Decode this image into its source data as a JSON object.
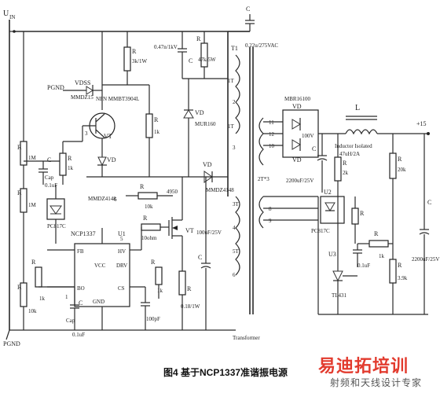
{
  "caption": "图4  基于NCP1337准谐振电源",
  "watermark": {
    "brand": "易迪拓培训",
    "tagline": "射频和天线设计专家"
  },
  "labels": {
    "uin": "U",
    "uin_sub": "IN",
    "pgnd_top": "PGND",
    "pgnd_bottom": "PGND",
    "vdss": "VDSS",
    "mmdz": "MMDZ15",
    "nfet": "NPN MMBT3904L",
    "vt1": "VT",
    "r1": "R",
    "r1_val": "3k/1W",
    "c1_top": "C",
    "c1_top_val": "0.47n/1kV",
    "r2": "R",
    "r2_val": "47k/5W",
    "t1": "T1",
    "cy": "C",
    "cy_val": "0.22u/275VAC",
    "r3": "R",
    "r3_val": "1k",
    "vd1": "VD",
    "vd1_val": "MUR160",
    "r_1m_a": "1M",
    "r_1m_b": "1M",
    "cap_a": "Cap",
    "cap_a_val": "0.1uF",
    "r_1k": "1k",
    "vd2": "VD",
    "mmdz4148_a": "MMDZ4148",
    "mmdz4148_b": "MMDZ4148",
    "r_10k": "10k",
    "n4950": "4950",
    "pc817c_a": "PC817C",
    "ncp": "NCP1337",
    "u1": "U1",
    "pin_fb": "FB",
    "pin_bo": "BO",
    "pin_vcc": "VCC",
    "pin_hv": "HV",
    "pin_drv": "DRV",
    "pin_cs": "CS",
    "pin_gnd": "GND",
    "r_10ohm": "10ohm",
    "vt2": "VT",
    "c_100u": "100uF/25V",
    "c5": "C",
    "r_1k_b": "1k",
    "r_10k_b": "10k",
    "c_100p": "100pF",
    "r_018": "0.18/1W",
    "cap_b": "Cap",
    "cap_b_val": "0.1uF",
    "vd3": "VD",
    "mbr": "MBR16100",
    "vd4": "VD",
    "v_100v": "100V",
    "c_2200_a": "2200uF/25V",
    "inductor": "Inductor Isolated",
    "inductor_val": "47uH/2A",
    "l": "L",
    "plus15": "+15",
    "r_2k": "2k",
    "r_20k": "20k",
    "u2": "U2",
    "pc817c_b": "PC817C",
    "c_01u": "0.1uF",
    "r_1k_c": "1k",
    "r_3k9": "3.9k",
    "u3": "U3",
    "tl431": "TL431",
    "c_2200_b": "2200uF/25V",
    "transformer": "Transformer",
    "winding_1": "1T",
    "winding_2": "2",
    "winding_3": "1T",
    "winding_4": "3",
    "winding_5": "3T",
    "winding_6": "5T",
    "winding_7": "6",
    "winding_8": "4",
    "winding_9": "2T*3",
    "winding_10": "11",
    "winding_11": "12",
    "winding_12": "10",
    "winding_13": "8",
    "winding_14": "9"
  }
}
